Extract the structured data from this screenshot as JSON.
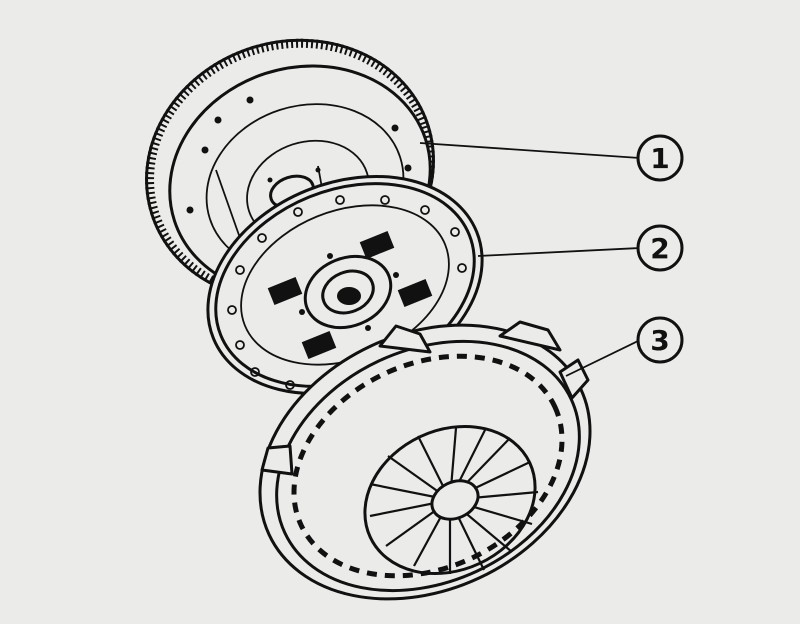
{
  "callouts": [
    {
      "number": "1"
    },
    {
      "number": "2"
    },
    {
      "number": "3"
    }
  ],
  "colors": {
    "background": "#ebebea",
    "ink": "#111111"
  }
}
